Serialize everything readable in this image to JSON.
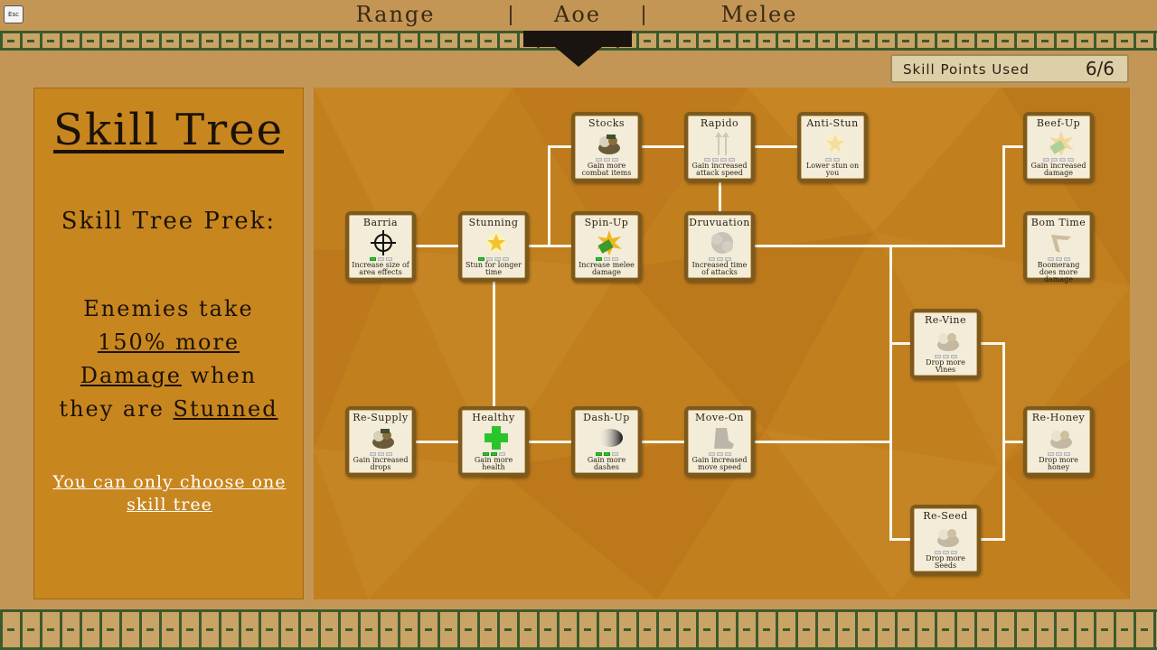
{
  "esc_label": "Esc",
  "tabs": [
    {
      "label": "Range"
    },
    {
      "label": "Aoe"
    },
    {
      "label": "Melee"
    }
  ],
  "skill_points": {
    "label": "Skill Points Used",
    "value": "6/6"
  },
  "left_panel": {
    "title": "Skill Tree",
    "perk_title": "Skill Tree Prek:",
    "desc": {
      "l1": "Enemies take",
      "l2": "150% more",
      "l3a": "Damage",
      "l3b": " when",
      "l4a": "they are ",
      "l4b": "Stunned"
    },
    "note": "You can only choose one skill tree"
  },
  "nodes": [
    {
      "title": "Barria",
      "desc": "Increase size of area effects",
      "icon": "crosshair-icon",
      "pips": [
        1,
        0,
        0
      ]
    },
    {
      "title": "Stunning",
      "desc": "Stun for longer time",
      "icon": "star-flash-icon",
      "pips": [
        1,
        0,
        0,
        0
      ]
    },
    {
      "title": "Stocks",
      "desc": "Gain more combat items",
      "icon": "item-pile-icon",
      "pips": [
        0,
        0,
        0
      ]
    },
    {
      "title": "Spin-Up",
      "desc": "Increase melee damage",
      "icon": "spiky-burst-icon",
      "pips": [
        1,
        0,
        0
      ]
    },
    {
      "title": "Rapido",
      "desc": "Gain increased attack speed",
      "icon": "arrows-icon",
      "pips": [
        0,
        0,
        0,
        0
      ]
    },
    {
      "title": "Druvuation",
      "desc": "Increased time of attacks",
      "icon": "dust-cloud-icon",
      "pips": [
        0,
        0,
        0
      ]
    },
    {
      "title": "Anti-Stun",
      "desc": "Lower stun on you",
      "icon": "star-flash-icon",
      "pips": [
        0,
        0
      ]
    },
    {
      "title": "Beef-Up",
      "desc": "Gain increased damage",
      "icon": "spiky-burst-icon",
      "pips": [
        0,
        0,
        0,
        0
      ]
    },
    {
      "title": "Bom Time",
      "desc": "Boomerang does more damage",
      "icon": "boomerang-icon",
      "pips": [
        0,
        0,
        0
      ]
    },
    {
      "title": "Re-Vine",
      "desc": "Drop more Vines",
      "icon": "item-pile-icon",
      "pips": [
        0,
        0,
        0
      ]
    },
    {
      "title": "Re-Supply",
      "desc": "Gain increased drops",
      "icon": "item-pile-icon",
      "pips": [
        0,
        0,
        0
      ]
    },
    {
      "title": "Healthy",
      "desc": "Gain more health",
      "icon": "green-cross-icon",
      "pips": [
        1,
        1,
        0
      ]
    },
    {
      "title": "Dash-Up",
      "desc": "Gain more dashes",
      "icon": "dash-icon",
      "pips": [
        1,
        1,
        0
      ]
    },
    {
      "title": "Move-On",
      "desc": "Gain increased move speed",
      "icon": "boot-icon",
      "pips": [
        0,
        0,
        0
      ]
    },
    {
      "title": "Re-Honey",
      "desc": "Drop more honey",
      "icon": "item-pile-icon",
      "pips": [
        0,
        0,
        0
      ]
    },
    {
      "title": "Re-Seed",
      "desc": "Drop more Seeds",
      "icon": "item-pile-icon",
      "pips": [
        0,
        0,
        0
      ]
    }
  ],
  "colors": {
    "accent_green": "#27c22a",
    "panel_orange": "#c8861f",
    "border_green": "#3d5a2c"
  }
}
